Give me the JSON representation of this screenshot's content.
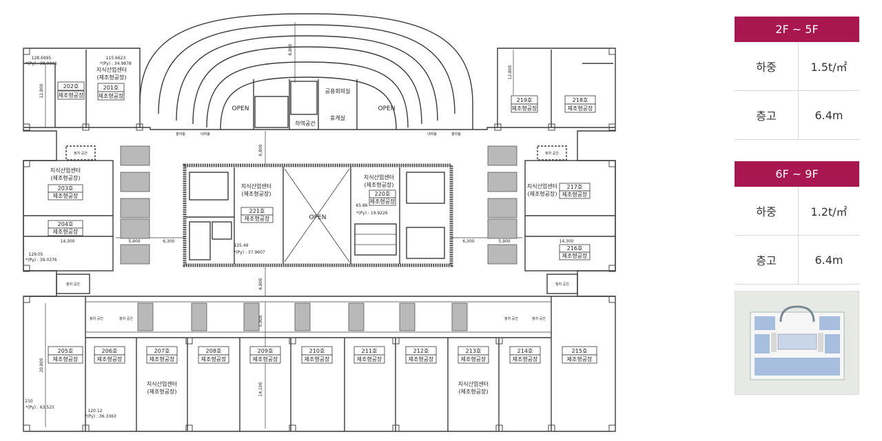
{
  "specs": [
    {
      "header": "2F ~ 5F",
      "rows": [
        {
          "label": "하중",
          "value": "1.5t/㎡"
        },
        {
          "label": "층고",
          "value": "6.4m"
        }
      ]
    },
    {
      "header": "6F ~ 9F",
      "rows": [
        {
          "label": "하중",
          "value": "1.2t/㎡"
        },
        {
          "label": "층고",
          "value": "6.4m"
        }
      ]
    }
  ],
  "plan": {
    "units": {
      "u201": "201호",
      "u202": "202호",
      "u203": "203호",
      "u204": "204호",
      "u205": "205호",
      "u206": "206호",
      "u207": "207호",
      "u208": "208호",
      "u209": "209호",
      "u210": "210호",
      "u211": "211호",
      "u212": "212호",
      "u213": "213호",
      "u214": "214호",
      "u215": "215호",
      "u216": "216호",
      "u217": "217호",
      "u218": "218호",
      "u219": "219호",
      "u220": "220호",
      "u221": "221호"
    },
    "factory": "제조형공장",
    "center": "지식산업센터",
    "factory_paren": "(제조형공장)",
    "open": "OPEN",
    "meeting": "공용회의실",
    "lounge": "휴게실",
    "loading": "하역공간",
    "up": "올라옴",
    "down": "내려옴",
    "park": "정차 공간",
    "areas": {
      "a202": "128.6995",
      "a202py": "*(Py) : 38.9316",
      "a201": "115.6623",
      "a201py": "*(Py) : 34.9878",
      "a220": "65.86",
      "a220py": "*(Py) : 19.9226",
      "a221": "125.49",
      "a221py": "*(Py) : 37.9607",
      "a204": "129.05",
      "a204py": "*(Py) : 39.0376",
      "a205": "210",
      "a205py": "*(Py) : 63.525",
      "a206": "120.12",
      "a206py": "*(Py) : 36.3363"
    },
    "dims": {
      "d5900": "5,900",
      "d6300": "6,300",
      "d6800": "6,800",
      "d14300": "14,300",
      "d12800": "12,800",
      "d8800": "8,800",
      "d20800": "20,800",
      "d14100": "14,100"
    }
  },
  "colors": {
    "accent": "#a8174f",
    "plan_line": "#3a3a3a",
    "column": "#b5b5b5"
  }
}
